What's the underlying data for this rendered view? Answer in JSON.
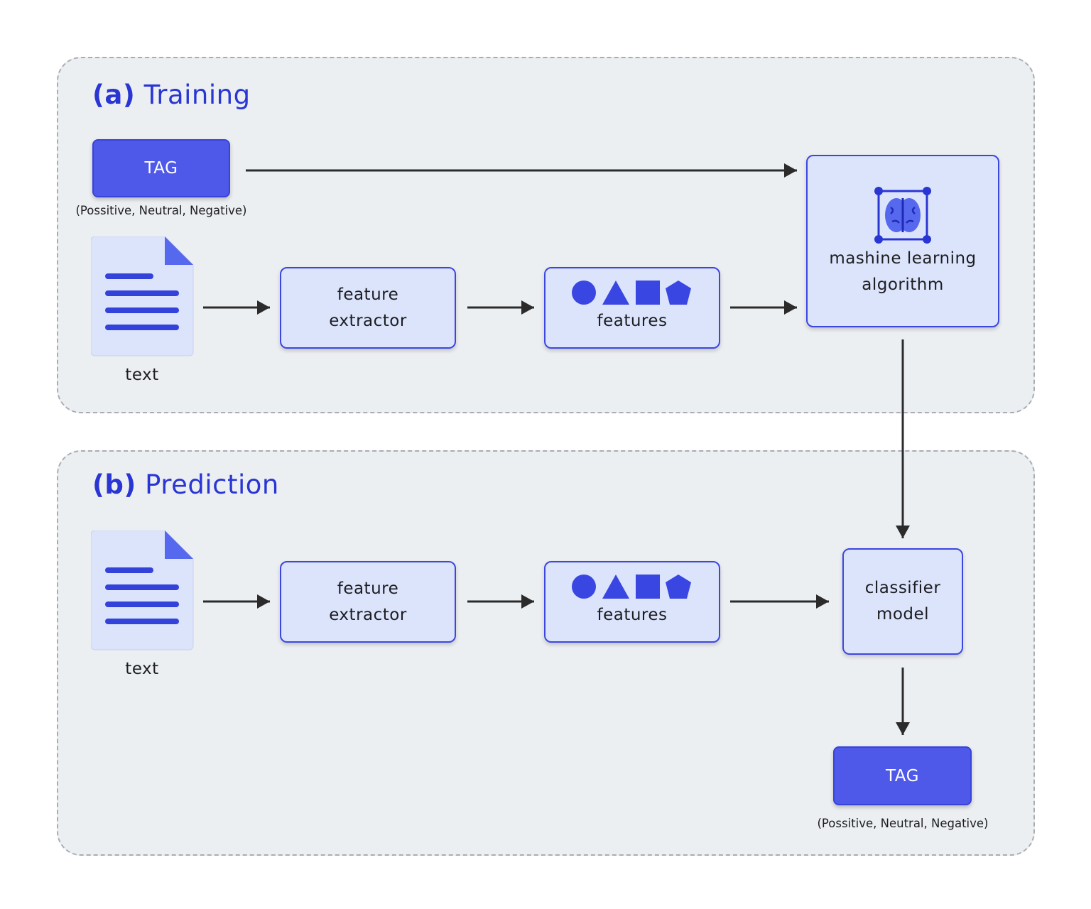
{
  "training": {
    "prefix": "(a)",
    "title": "Training",
    "tag_label": "TAG",
    "tag_caption": "(Possitive, Neutral, Negative)",
    "text_label": "text",
    "extractor_line1": "feature",
    "extractor_line2": "extractor",
    "features_label": "features",
    "algorithm_line1": "mashine learning",
    "algorithm_line2": "algorithm"
  },
  "prediction": {
    "prefix": "(b)",
    "title": "Prediction",
    "text_label": "text",
    "extractor_line1": "feature",
    "extractor_line2": "extractor",
    "features_label": "features",
    "classifier_line1": "classifier",
    "classifier_line2": "model",
    "tag_label": "TAG",
    "tag_caption": "(Possitive, Neutral, Negative)"
  },
  "colors": {
    "accent": "#2a36d4",
    "box_fill": "#dbe4fb",
    "tag_fill": "#4e59ea",
    "panel_fill": "#eceff2",
    "arrow": "#2b2b2b"
  },
  "icons": [
    "document-icon",
    "circle-icon",
    "triangle-icon",
    "square-icon",
    "pentagon-icon",
    "brain-icon"
  ]
}
